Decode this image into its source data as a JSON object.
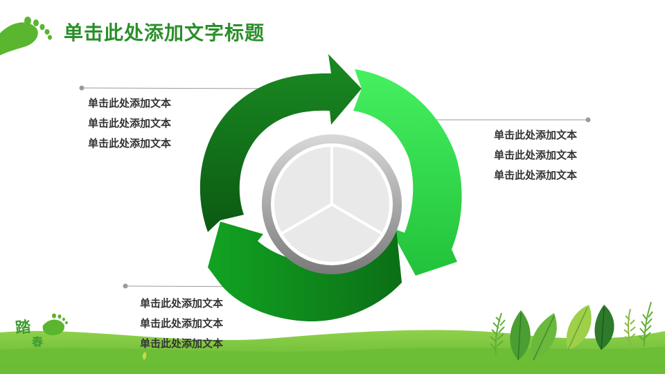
{
  "title": "单击此处添加文字标题",
  "left_block": {
    "lines": [
      "单击此处添加文本",
      "单击此处添加文本",
      "单击此处添加文本"
    ]
  },
  "right_block": {
    "lines": [
      "单击此处添加文本",
      "单击此处添加文本",
      "单击此处添加文本"
    ]
  },
  "bottom_block": {
    "lines": [
      "单击此处添加文本",
      "单击此处添加文本",
      "单击此处添加文本"
    ]
  },
  "logo": {
    "text_main": "踏",
    "text_sub": "春"
  },
  "colors": {
    "title_green": "#2a8f2a",
    "arrow_dark": "#0f6e17",
    "arrow_light": "#3fe45a",
    "arrow_mid": "#109a1f",
    "ground_green": "#6cc13a",
    "connector_gray": "#9a9a9a"
  },
  "icons": [
    "footprint-icon",
    "leaf-decoration"
  ]
}
